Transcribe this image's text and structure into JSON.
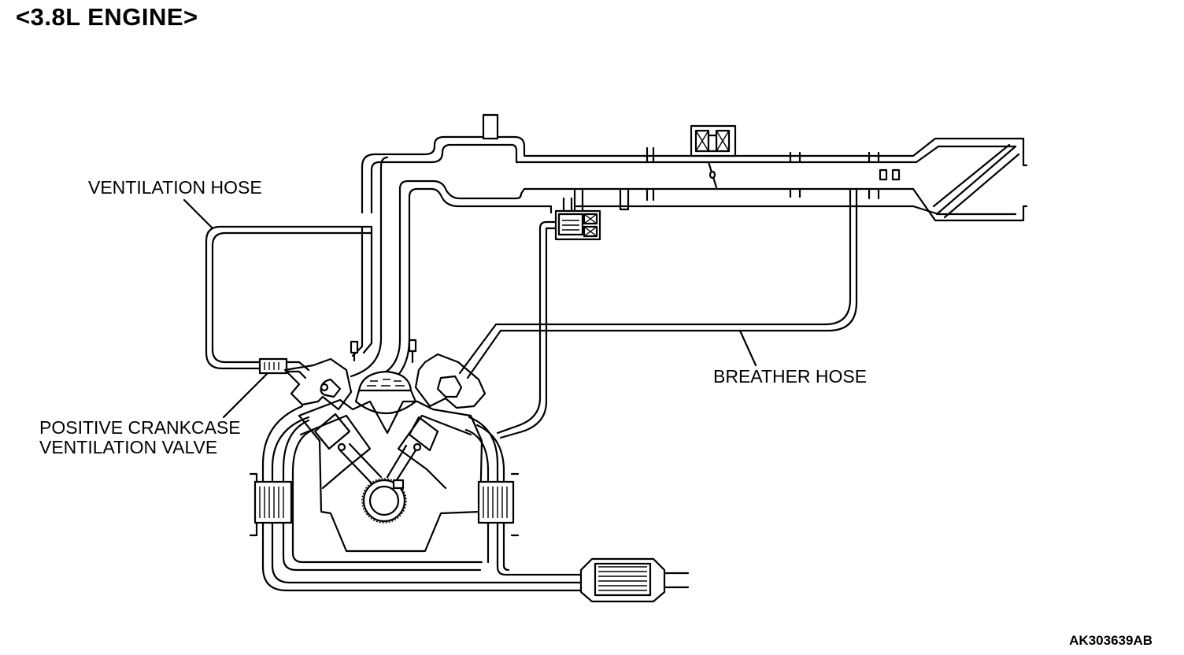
{
  "title": "<3.8L ENGINE>",
  "labels": {
    "ventilation_hose": "VENTILATION HOSE",
    "breather_hose": "BREATHER HOSE",
    "pcv_line1": "POSITIVE CRANKCASE",
    "pcv_line2": "VENTILATION VALVE"
  },
  "figure_code": "AK303639AB",
  "colors": {
    "line": "#000000",
    "background": "#ffffff"
  }
}
